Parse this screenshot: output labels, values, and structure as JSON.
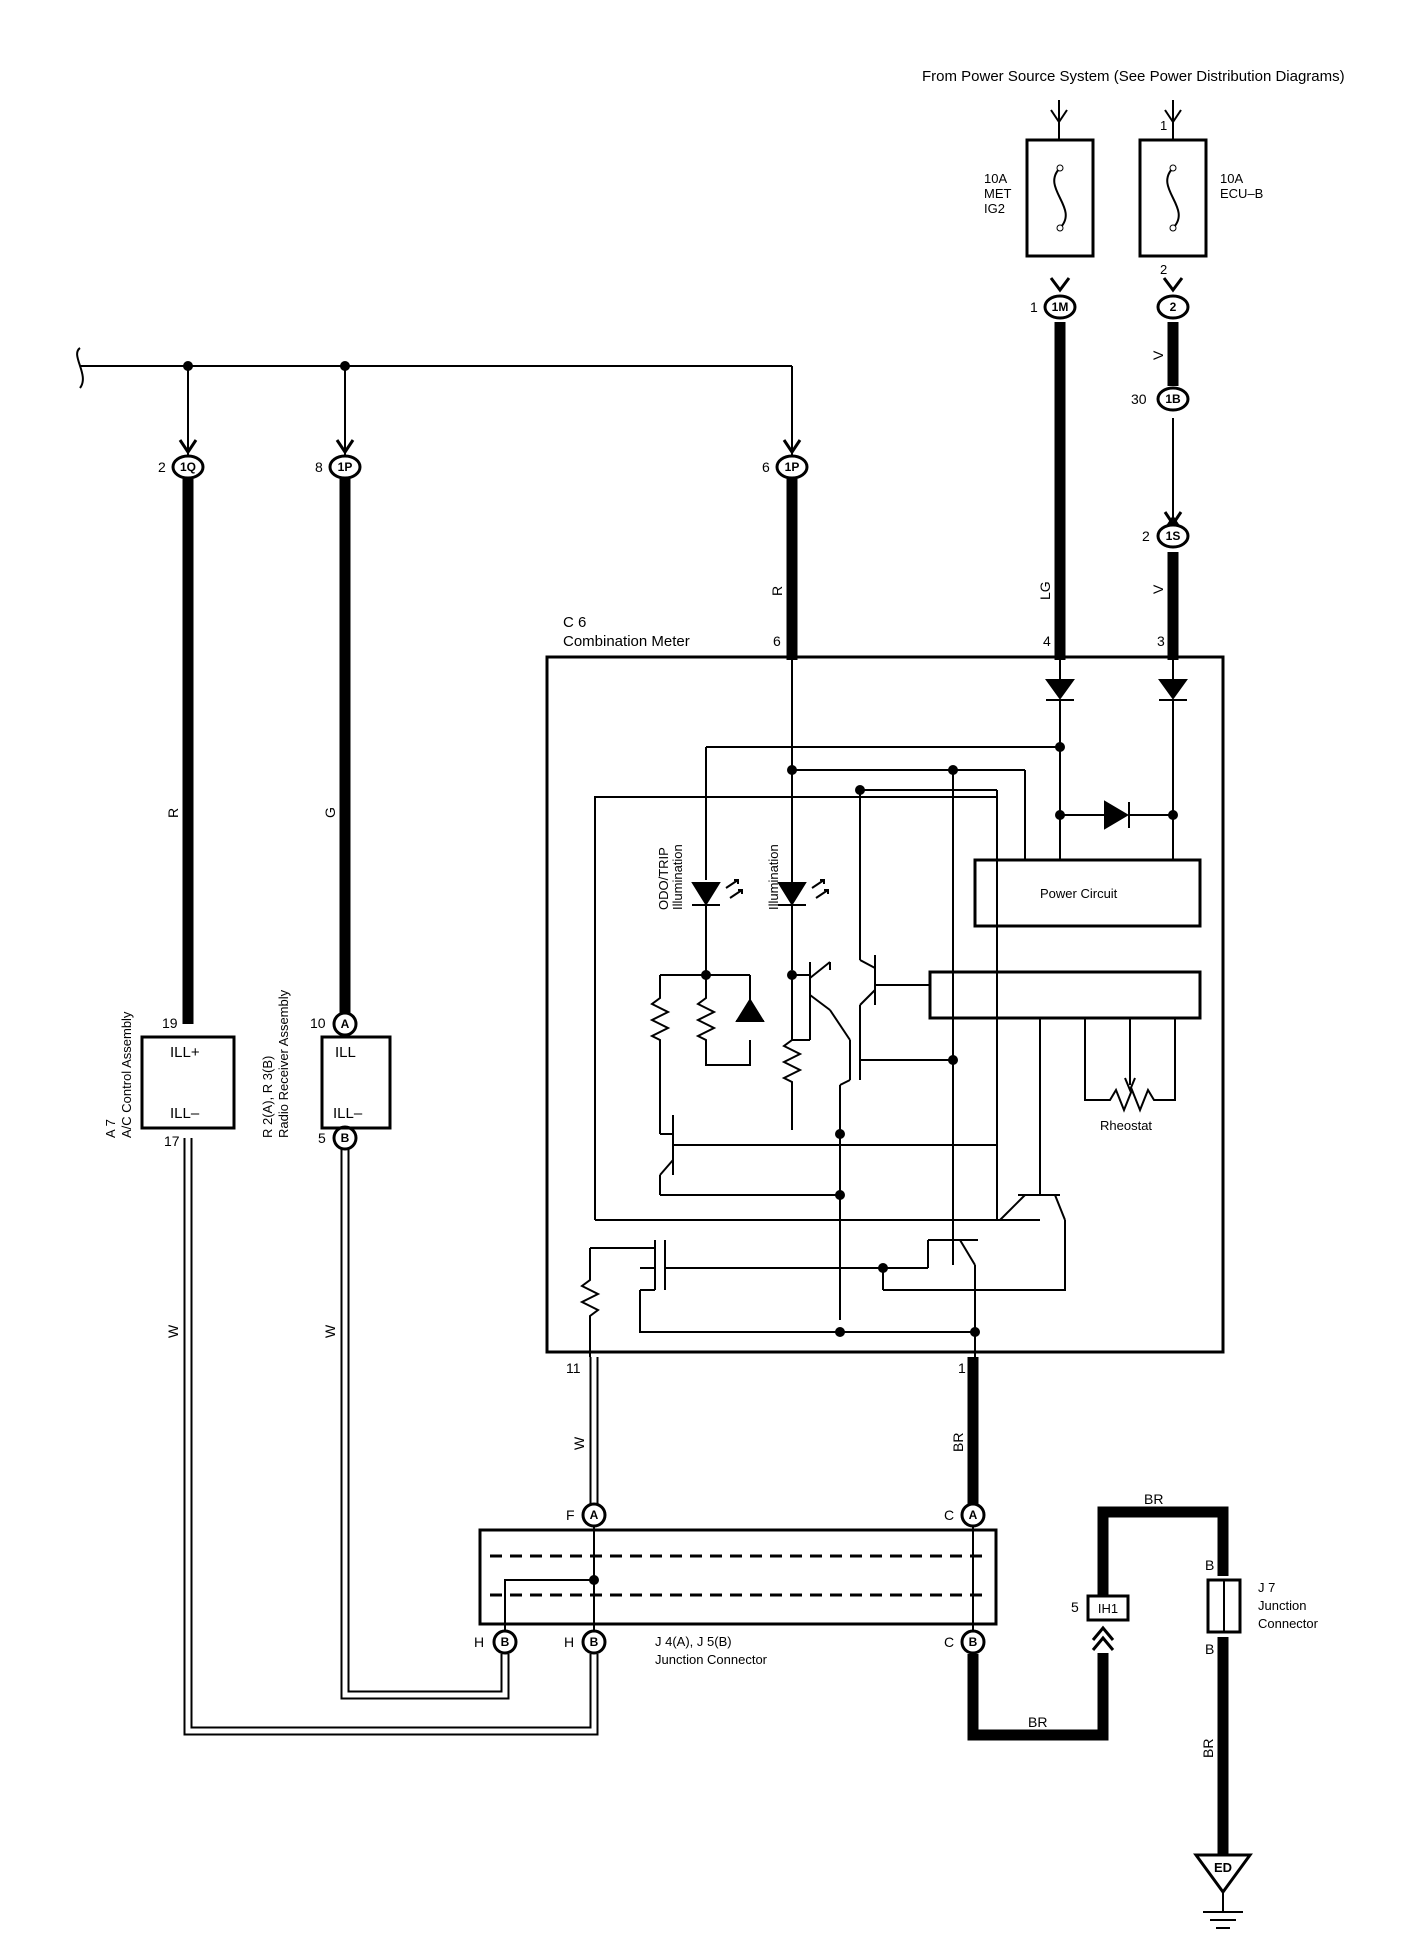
{
  "header": {
    "power_source": "From Power Source System (See Power Distribution Diagrams)"
  },
  "fuses": [
    {
      "amp": "10A",
      "name1": "MET",
      "name2": "IG2"
    },
    {
      "amp": "10A",
      "name1": "ECU–B",
      "name2": ""
    }
  ],
  "fuse_pins": {
    "ecu_in": "1",
    "ecu_out": "2"
  },
  "connectors": {
    "c1Q": "1Q",
    "c1P": "1P",
    "c1P_b": "1P",
    "c1M": "1M",
    "c2": "2",
    "c1B": "1B",
    "c1S": "1S",
    "cA": "A",
    "cB": "B",
    "cIH1": "IH1",
    "cED": "ED"
  },
  "pins": {
    "p2a": "2",
    "p8": "8",
    "p6a": "6",
    "p1a": "1",
    "p30": "30",
    "p2b": "2",
    "p6b": "6",
    "p4": "4",
    "p3": "3",
    "p19": "19",
    "p17": "17",
    "p10": "10",
    "p5a": "5",
    "p11": "11",
    "p1b": "1",
    "pF": "F",
    "pC1": "C",
    "pH1": "H",
    "pH2": "H",
    "pC2": "C",
    "p5b": "5",
    "pBa": "B",
    "pBb": "B"
  },
  "wire_colors": {
    "R": "R",
    "G": "G",
    "W": "W",
    "LG": "LG",
    "V": "V",
    "BR": "BR"
  },
  "components": {
    "meter_id": "C 6",
    "meter_name": "Combination Meter",
    "power_circuit": "Power Circuit",
    "rheostat": "Rheostat",
    "odo_1": "ODO/TRIP",
    "odo_2": "Illumination",
    "illum": "Illumination",
    "ac_id": "A 7",
    "ac_name": "A/C Control Assembly",
    "ac_ill_plus": "ILL+",
    "ac_ill_minus": "ILL–",
    "radio_id": "R 2(A), R 3(B)",
    "radio_name": "Radio Receiver Assembly",
    "radio_ill": "ILL",
    "radio_ill_minus": "ILL–",
    "jc_id": "J 4(A), J 5(B)",
    "jc_name": "Junction Connector",
    "j7_id": "J 7",
    "j7_name1": "Junction",
    "j7_name2": "Connector"
  }
}
